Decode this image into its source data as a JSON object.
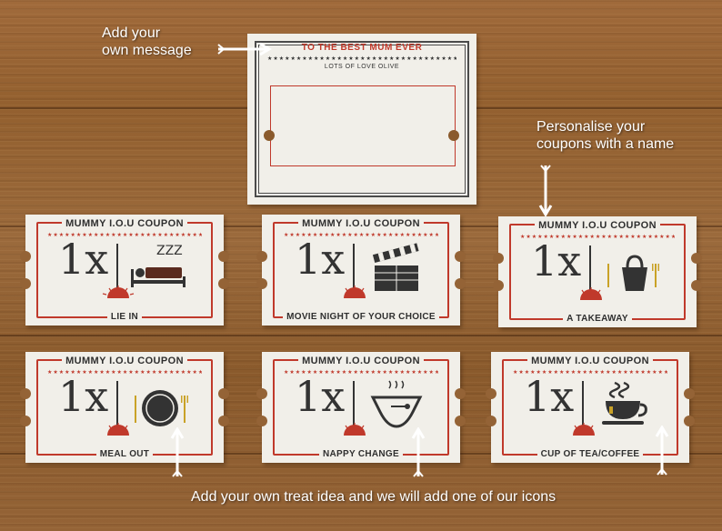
{
  "message_card": {
    "title": "TO THE BEST MUM EVER",
    "subtitle": "LOTS OF LOVE OLIVE"
  },
  "coupons": [
    {
      "header": "MUMMY I.O.U COUPON",
      "quantity": "1x",
      "label": "LIE IN",
      "icon": "bed-icon"
    },
    {
      "header": "MUMMY I.O.U COUPON",
      "quantity": "1x",
      "label": "MOVIE NIGHT OF YOUR CHOICE",
      "icon": "clapperboard-icon"
    },
    {
      "header": "MUMMY I.O.U COUPON",
      "quantity": "1x",
      "label": "A TAKEAWAY",
      "icon": "takeaway-bag-icon"
    },
    {
      "header": "MUMMY I.O.U COUPON",
      "quantity": "1x",
      "label": "MEAL OUT",
      "icon": "plate-icon"
    },
    {
      "header": "MUMMY I.O.U COUPON",
      "quantity": "1x",
      "label": "NAPPY CHANGE",
      "icon": "nappy-icon"
    },
    {
      "header": "MUMMY I.O.U COUPON",
      "quantity": "1x",
      "label": "CUP OF TEA/COFFEE",
      "icon": "teacup-icon"
    }
  ],
  "captions": {
    "message_line1": "Add your",
    "message_line2": "own message",
    "personalise_line1": "Personalise your",
    "personalise_line2": "coupons with a name",
    "treat_idea": "Add your own treat idea and we will add one of our icons"
  }
}
